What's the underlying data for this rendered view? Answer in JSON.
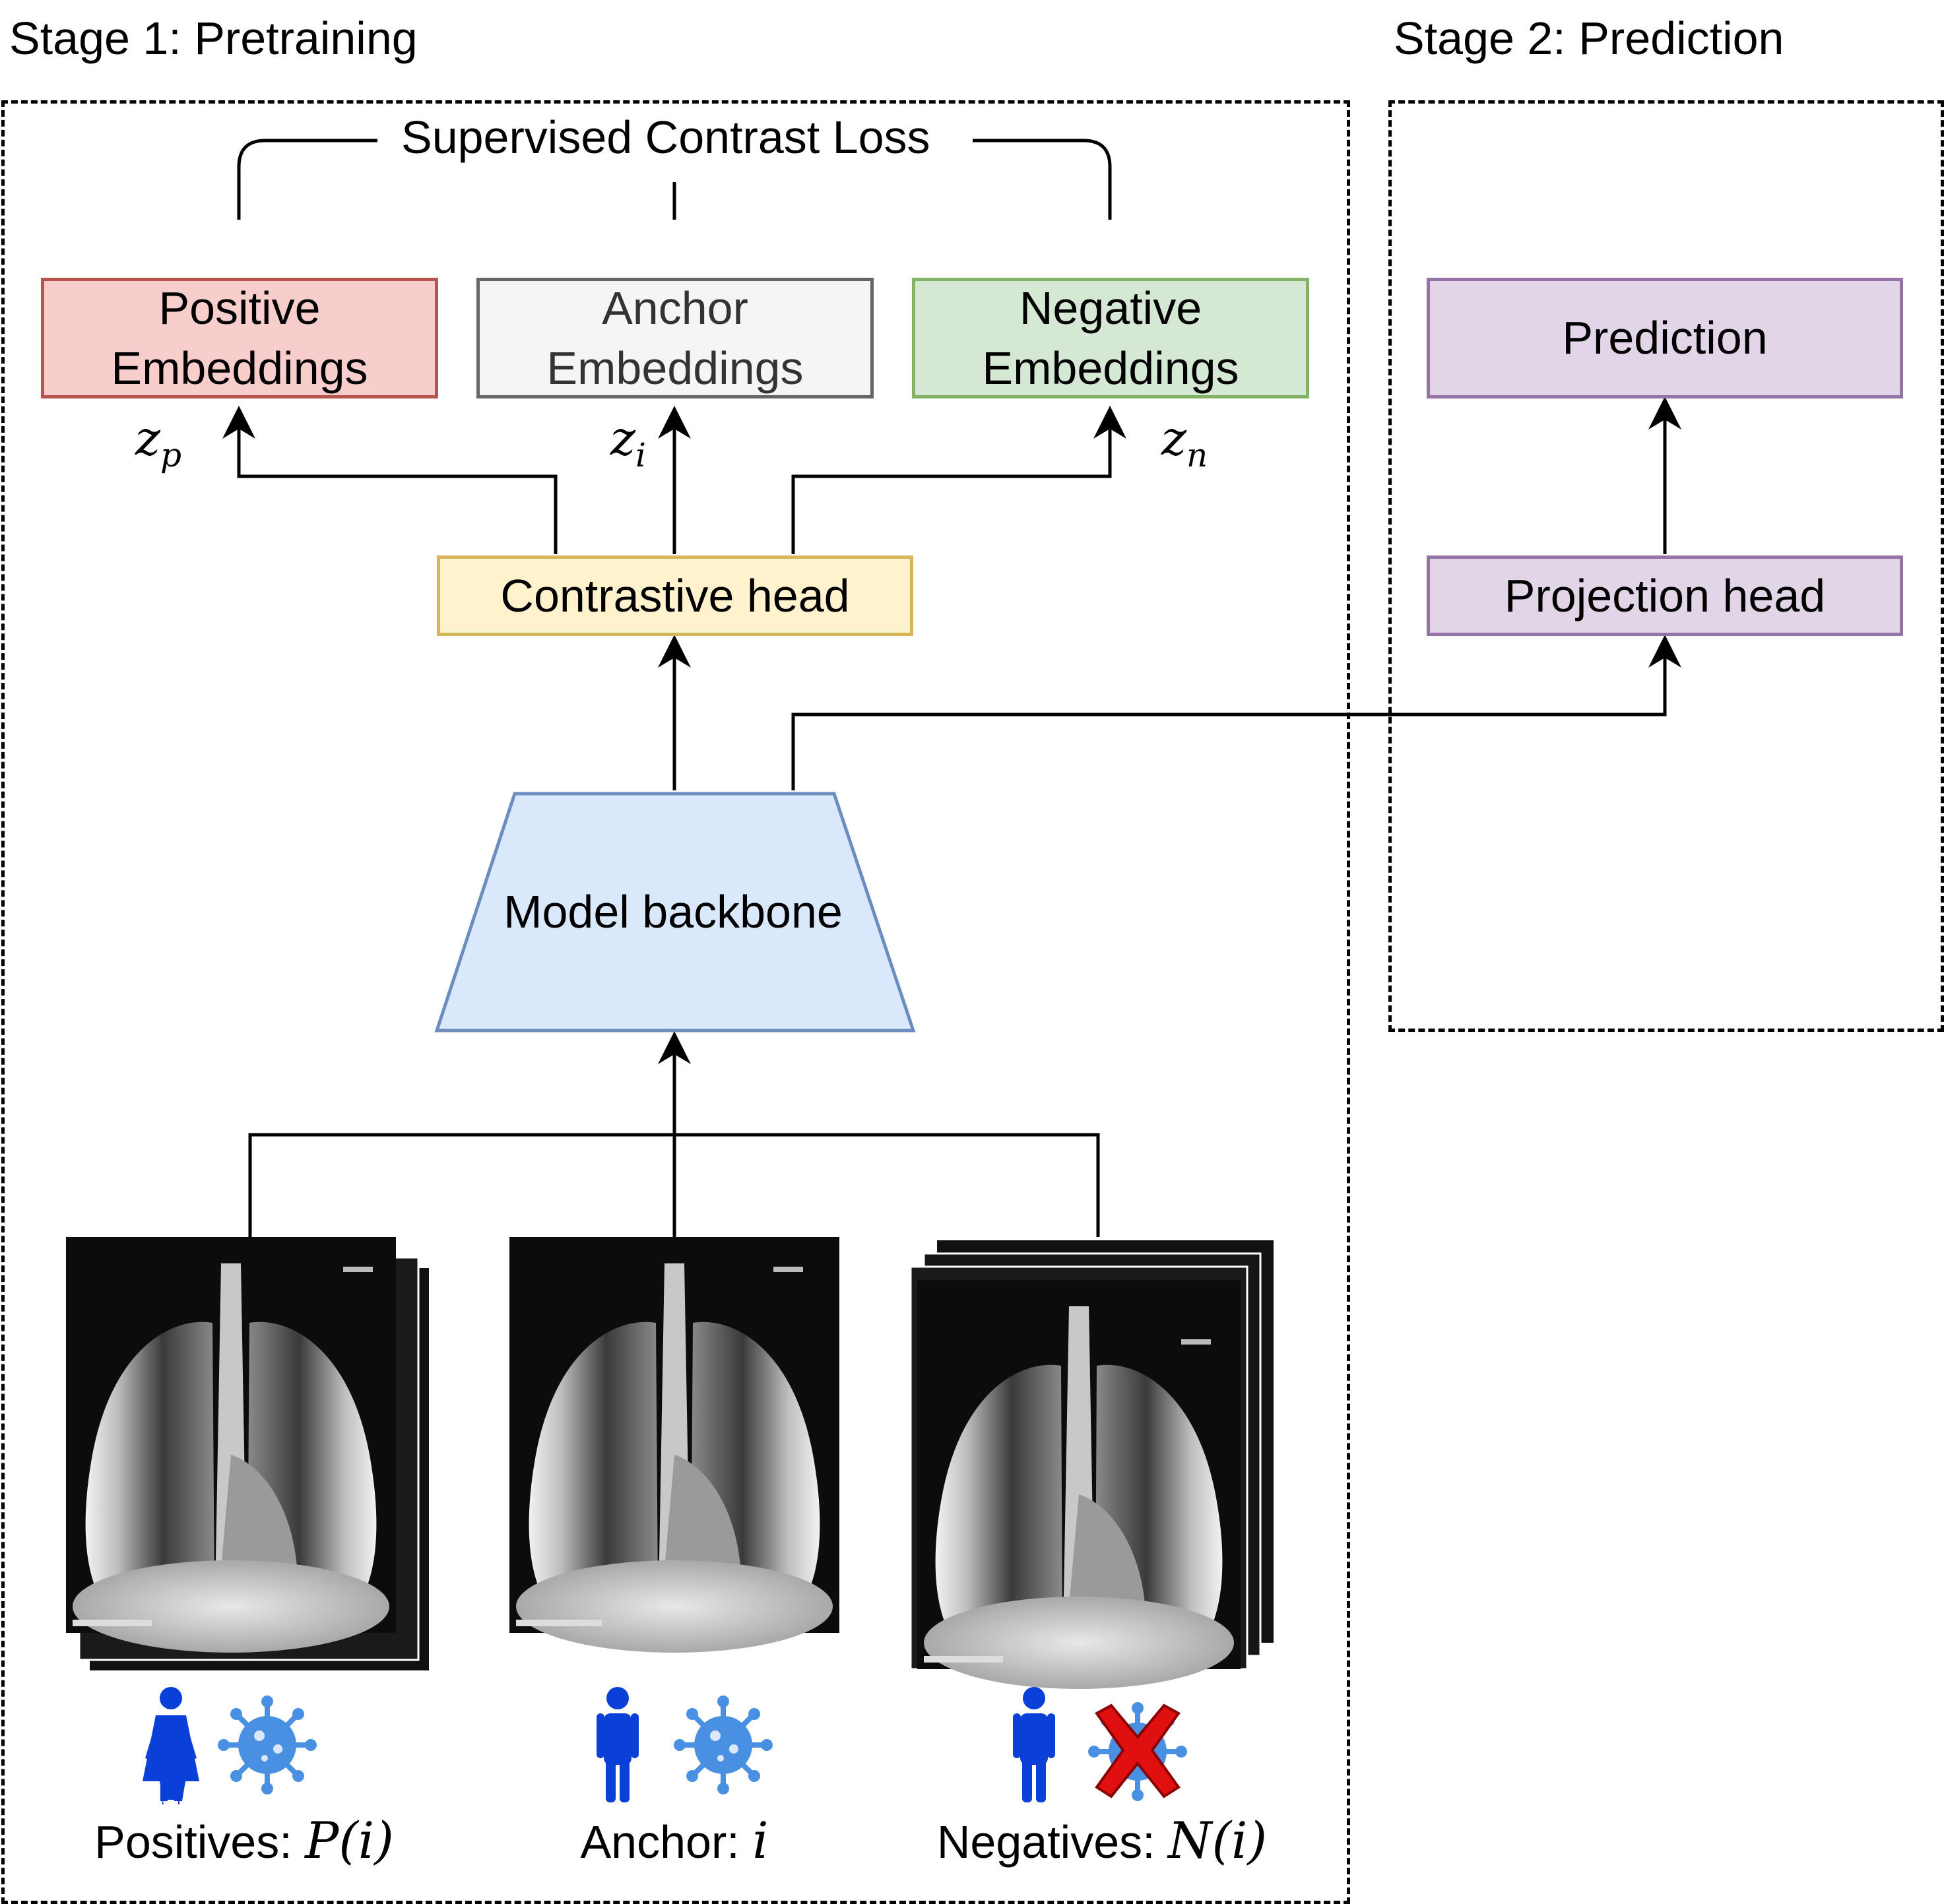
{
  "stage1": {
    "title": "Stage 1: Pretraining"
  },
  "stage2": {
    "title": "Stage 2: Prediction"
  },
  "loss": {
    "label": "Supervised Contrast Loss"
  },
  "embeddings": {
    "positive": {
      "line1": "Positive",
      "line2": "Embeddings",
      "symbol": "z",
      "subscript": "p"
    },
    "anchor": {
      "line1": "Anchor",
      "line2": "Embeddings",
      "symbol": "z",
      "subscript": "i"
    },
    "negative": {
      "line1": "Negative",
      "line2": "Embeddings",
      "symbol": "z",
      "subscript": "n"
    }
  },
  "contrastive_head": {
    "label": "Contrastive head"
  },
  "backbone": {
    "label": "Model backbone"
  },
  "prediction": {
    "label": "Prediction"
  },
  "projection_head": {
    "label": "Projection head"
  },
  "captions": {
    "positives": {
      "text": "Positives: ",
      "math": "P(i)"
    },
    "anchor": {
      "text": "Anchor: ",
      "math": "i"
    },
    "negatives": {
      "text": "Negatives: ",
      "math": "N(i)"
    }
  },
  "colors": {
    "positive_fill": "#f8cecc",
    "positive_border": "#b85450",
    "anchor_fill": "#f5f5f5",
    "anchor_border": "#666666",
    "negative_fill": "#d5e8d4",
    "negative_border": "#82b366",
    "head_fill": "#fff2cc",
    "head_border": "#d6b656",
    "backbone_fill": "#dae8fc",
    "backbone_border": "#6c8ebf",
    "pred_fill": "#e1d5e7",
    "pred_border": "#9673a6",
    "person": "#0a3fd8",
    "virus": "#4a90e2",
    "cross": "#e01010"
  },
  "icons": {
    "positive_person": "female-person-icon",
    "anchor_person": "male-person-icon",
    "negative_person": "male-person-icon",
    "virus": "virus-icon",
    "cross": "red-x-icon"
  }
}
